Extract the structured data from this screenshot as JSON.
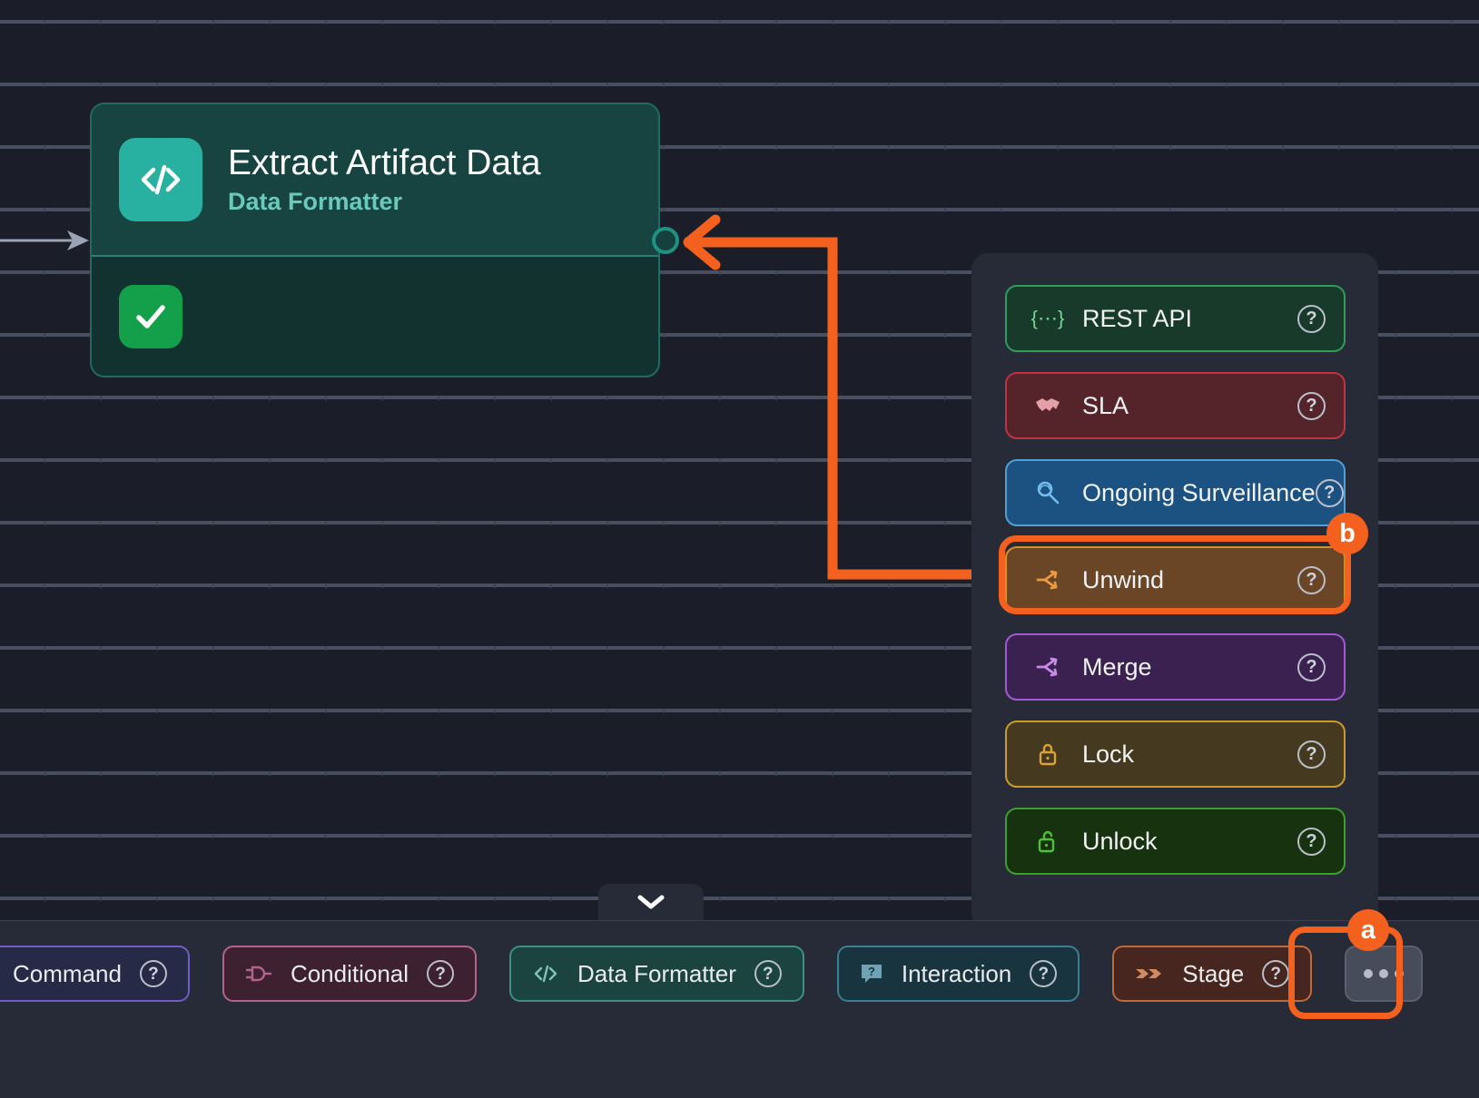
{
  "canvas": {
    "node": {
      "title": "Extract Artifact Data",
      "subtitle": "Data Formatter",
      "icon": "code-brackets-icon",
      "status_icon": "check-icon",
      "output_port": "output-port"
    },
    "incoming_connector": "incoming-arrow",
    "selection_connector": "orange-connector-arrow"
  },
  "flyout": {
    "items": [
      {
        "label": "REST API",
        "icon": "curly-braces-icon",
        "class": "c-rest",
        "glyph": "{⋯}",
        "icon_color": "#76d69a"
      },
      {
        "label": "SLA",
        "icon": "handshake-icon",
        "class": "c-sla",
        "glyph": "🤝",
        "icon_color": "#e3a0a6"
      },
      {
        "label": "Ongoing Surveillance",
        "icon": "magnifier-icon",
        "class": "c-watch",
        "glyph": "🔍",
        "icon_color": "#74bdf0"
      },
      {
        "label": "Unwind",
        "icon": "split-branch-icon",
        "class": "c-unwind",
        "glyph": "⮩",
        "icon_color": "#eb9a3d"
      },
      {
        "label": "Merge",
        "icon": "merge-branch-icon",
        "class": "c-merge",
        "glyph": "⮩",
        "icon_color": "#c98ae8"
      },
      {
        "label": "Lock",
        "icon": "lock-closed-icon",
        "class": "c-lock",
        "glyph": "🔒",
        "icon_color": "#dba githubusercontent"
      },
      {
        "label": "Unlock",
        "icon": "lock-open-icon",
        "class": "c-unlock",
        "glyph": "🔓",
        "icon_color": "#52c13a"
      }
    ],
    "help_glyph": "?"
  },
  "annotations": {
    "badge_a": "a",
    "badge_b": "b",
    "accent_color": "#f4611f"
  },
  "toolbar": {
    "collapse_icon": "chevron-down-icon",
    "buttons": [
      {
        "label": "Command",
        "icon": "",
        "class": "t-command"
      },
      {
        "label": "Conditional",
        "icon": "conditional-icon",
        "class": "t-cond"
      },
      {
        "label": "Data Formatter",
        "icon": "code-brackets-icon",
        "class": "t-df"
      },
      {
        "label": "Interaction",
        "icon": "question-bubble-icon",
        "class": "t-inter"
      },
      {
        "label": "Stage",
        "icon": "stage-arrows-icon",
        "class": "t-stage"
      }
    ],
    "more_label": "more-options",
    "help_glyph": "?"
  }
}
